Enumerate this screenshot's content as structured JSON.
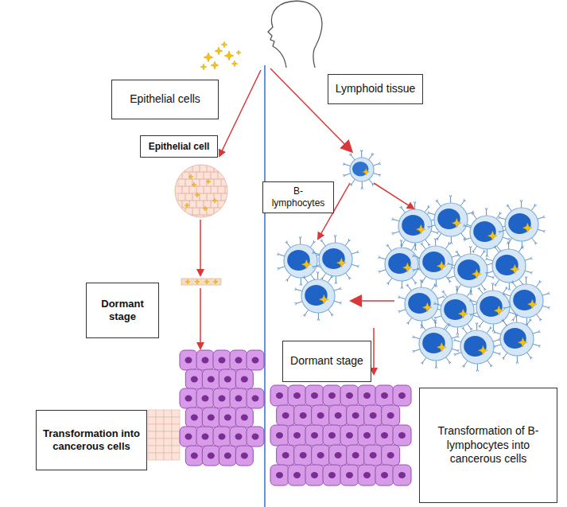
{
  "diagram": {
    "nodes": [
      {
        "text": [
          "Epithelial cells"
        ]
      },
      {
        "text": [
          "Lymphoid tissue"
        ]
      },
      {
        "text": [
          "Epithelial cell"
        ]
      },
      {
        "text": [
          "B-lymphocytes"
        ]
      },
      {
        "text": [
          "Dormant stage"
        ]
      },
      {
        "text": [
          "Dormant stage"
        ]
      },
      {
        "text": [
          "Transformation into cancerous cells"
        ]
      },
      {
        "text": [
          "Transformation of B-lymphocytes into cancerous cells"
        ]
      }
    ]
  }
}
